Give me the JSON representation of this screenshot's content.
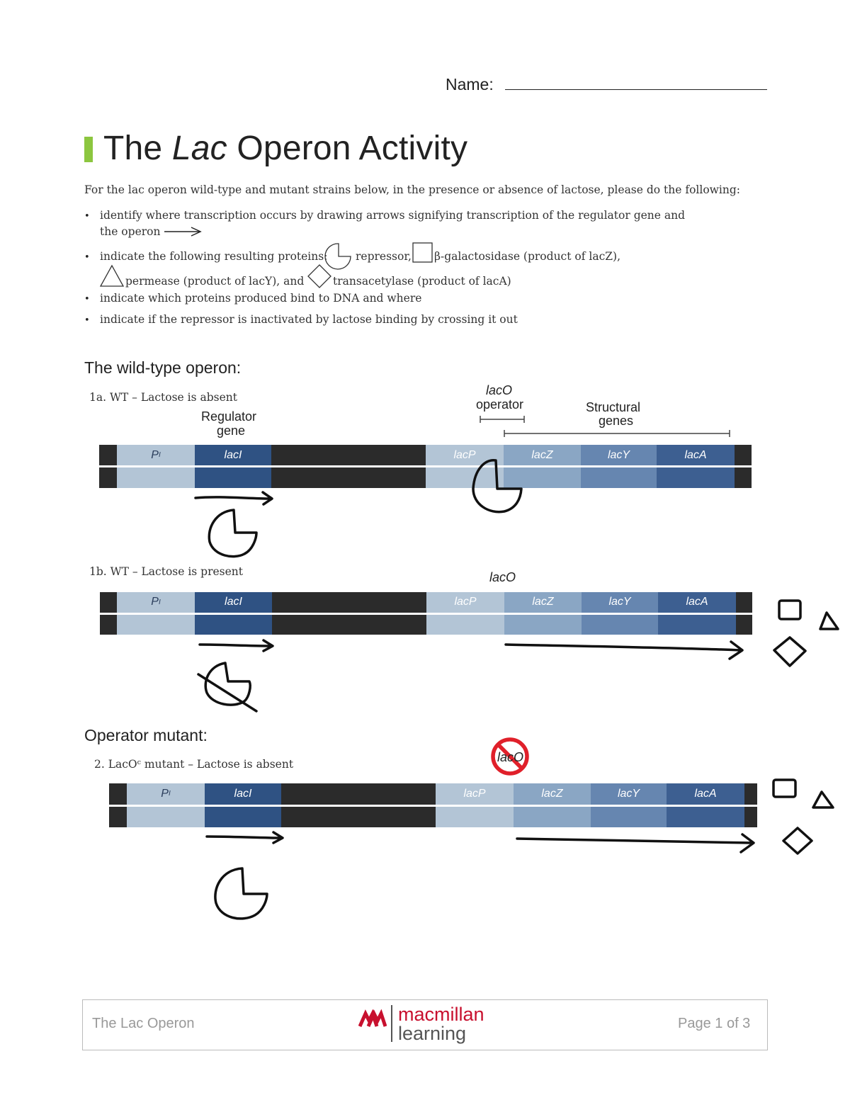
{
  "header": {
    "name_label": "Name:"
  },
  "title": {
    "pre": "The ",
    "italic": "Lac",
    "post": " Operon Activity"
  },
  "intro": "For the lac operon wild-type and mutant strains below, in the presence or absence of lactose, please do the following:",
  "bullets": {
    "b1_line1": "identify where transcription occurs by drawing arrows signifying transcription of the regulator gene and",
    "b1_line2": "the operon",
    "b2_a": "indicate the following resulting proteins:",
    "b2_b": "repressor,",
    "b2_c": "β-galactosidase (product of lacZ),",
    "b3_a": "permease (product of lacY), and",
    "b3_b": "transacetylase (product of lacA)",
    "b4": "indicate which proteins produced bind to DNA and where",
    "b5": "indicate if the repressor is inactivated by lactose binding by crossing it out"
  },
  "sections": {
    "wildtype": "The wild-type operon:",
    "operator": "Operator mutant:"
  },
  "cases": {
    "c1a": "1a.  WT – Lactose is absent",
    "c1b": "1b.  WT – Lactose is present",
    "c2": "2.  LacOᶜ mutant – Lactose is absent"
  },
  "diagram_labels": {
    "lacO": "lacO",
    "operator": "operator",
    "regulator_1": "Regulator",
    "regulator_2": "gene",
    "structural_1": "Structural",
    "structural_2": "genes",
    "lacO_1b": "lacO",
    "lacO_2": "lacO"
  },
  "segments": {
    "PI": "PI",
    "lacI": "lacI",
    "lacP": "lacP",
    "lacZ": "lacZ",
    "lacY": "lacY",
    "lacA": "lacA"
  },
  "colors": {
    "dark": "#2b2b2b",
    "pi": "#b3c5d6",
    "lacI": "#2f5283",
    "lacP": "#b3c5d6",
    "lacZ": "#8aa6c4",
    "lacY": "#6686b0",
    "lacA": "#3d5f91",
    "accent": "#8cc63f",
    "brand_red": "#c8102e"
  },
  "footer": {
    "left": "The Lac Operon",
    "brand_top": "macmillan",
    "brand_bottom": "learning",
    "page": "Page 1 of 3"
  }
}
